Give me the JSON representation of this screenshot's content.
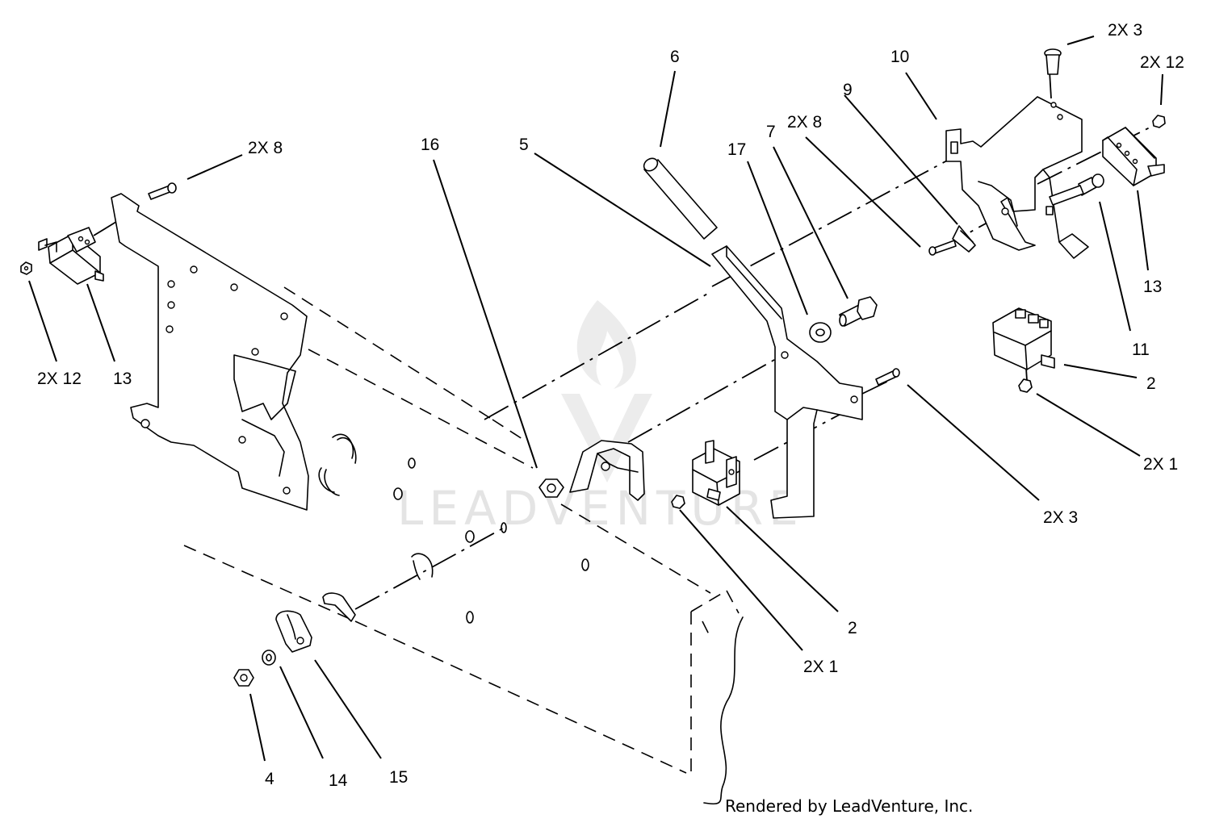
{
  "callouts": {
    "c_2x3_top": "2X 3",
    "c_2x12_right": "2X 12",
    "c_10": "10",
    "c_6": "6",
    "c_9": "9",
    "c_2x8_mid": "2X 8",
    "c_7": "7",
    "c_17": "17",
    "c_5": "5",
    "c_16": "16",
    "c_2x8_left": "2X 8",
    "c_13_right": "13",
    "c_11": "11",
    "c_2_right": "2",
    "c_2x1_right": "2X 1",
    "c_2x3_mid": "2X 3",
    "c_2x12_left": "2X 12",
    "c_13_left": "13",
    "c_2_mid": "2",
    "c_2x1_mid": "2X 1",
    "c_4": "4",
    "c_14": "14",
    "c_15": "15"
  },
  "watermark": {
    "text": "LEADVENTURE"
  },
  "credit": "Rendered by LeadVenture, Inc."
}
